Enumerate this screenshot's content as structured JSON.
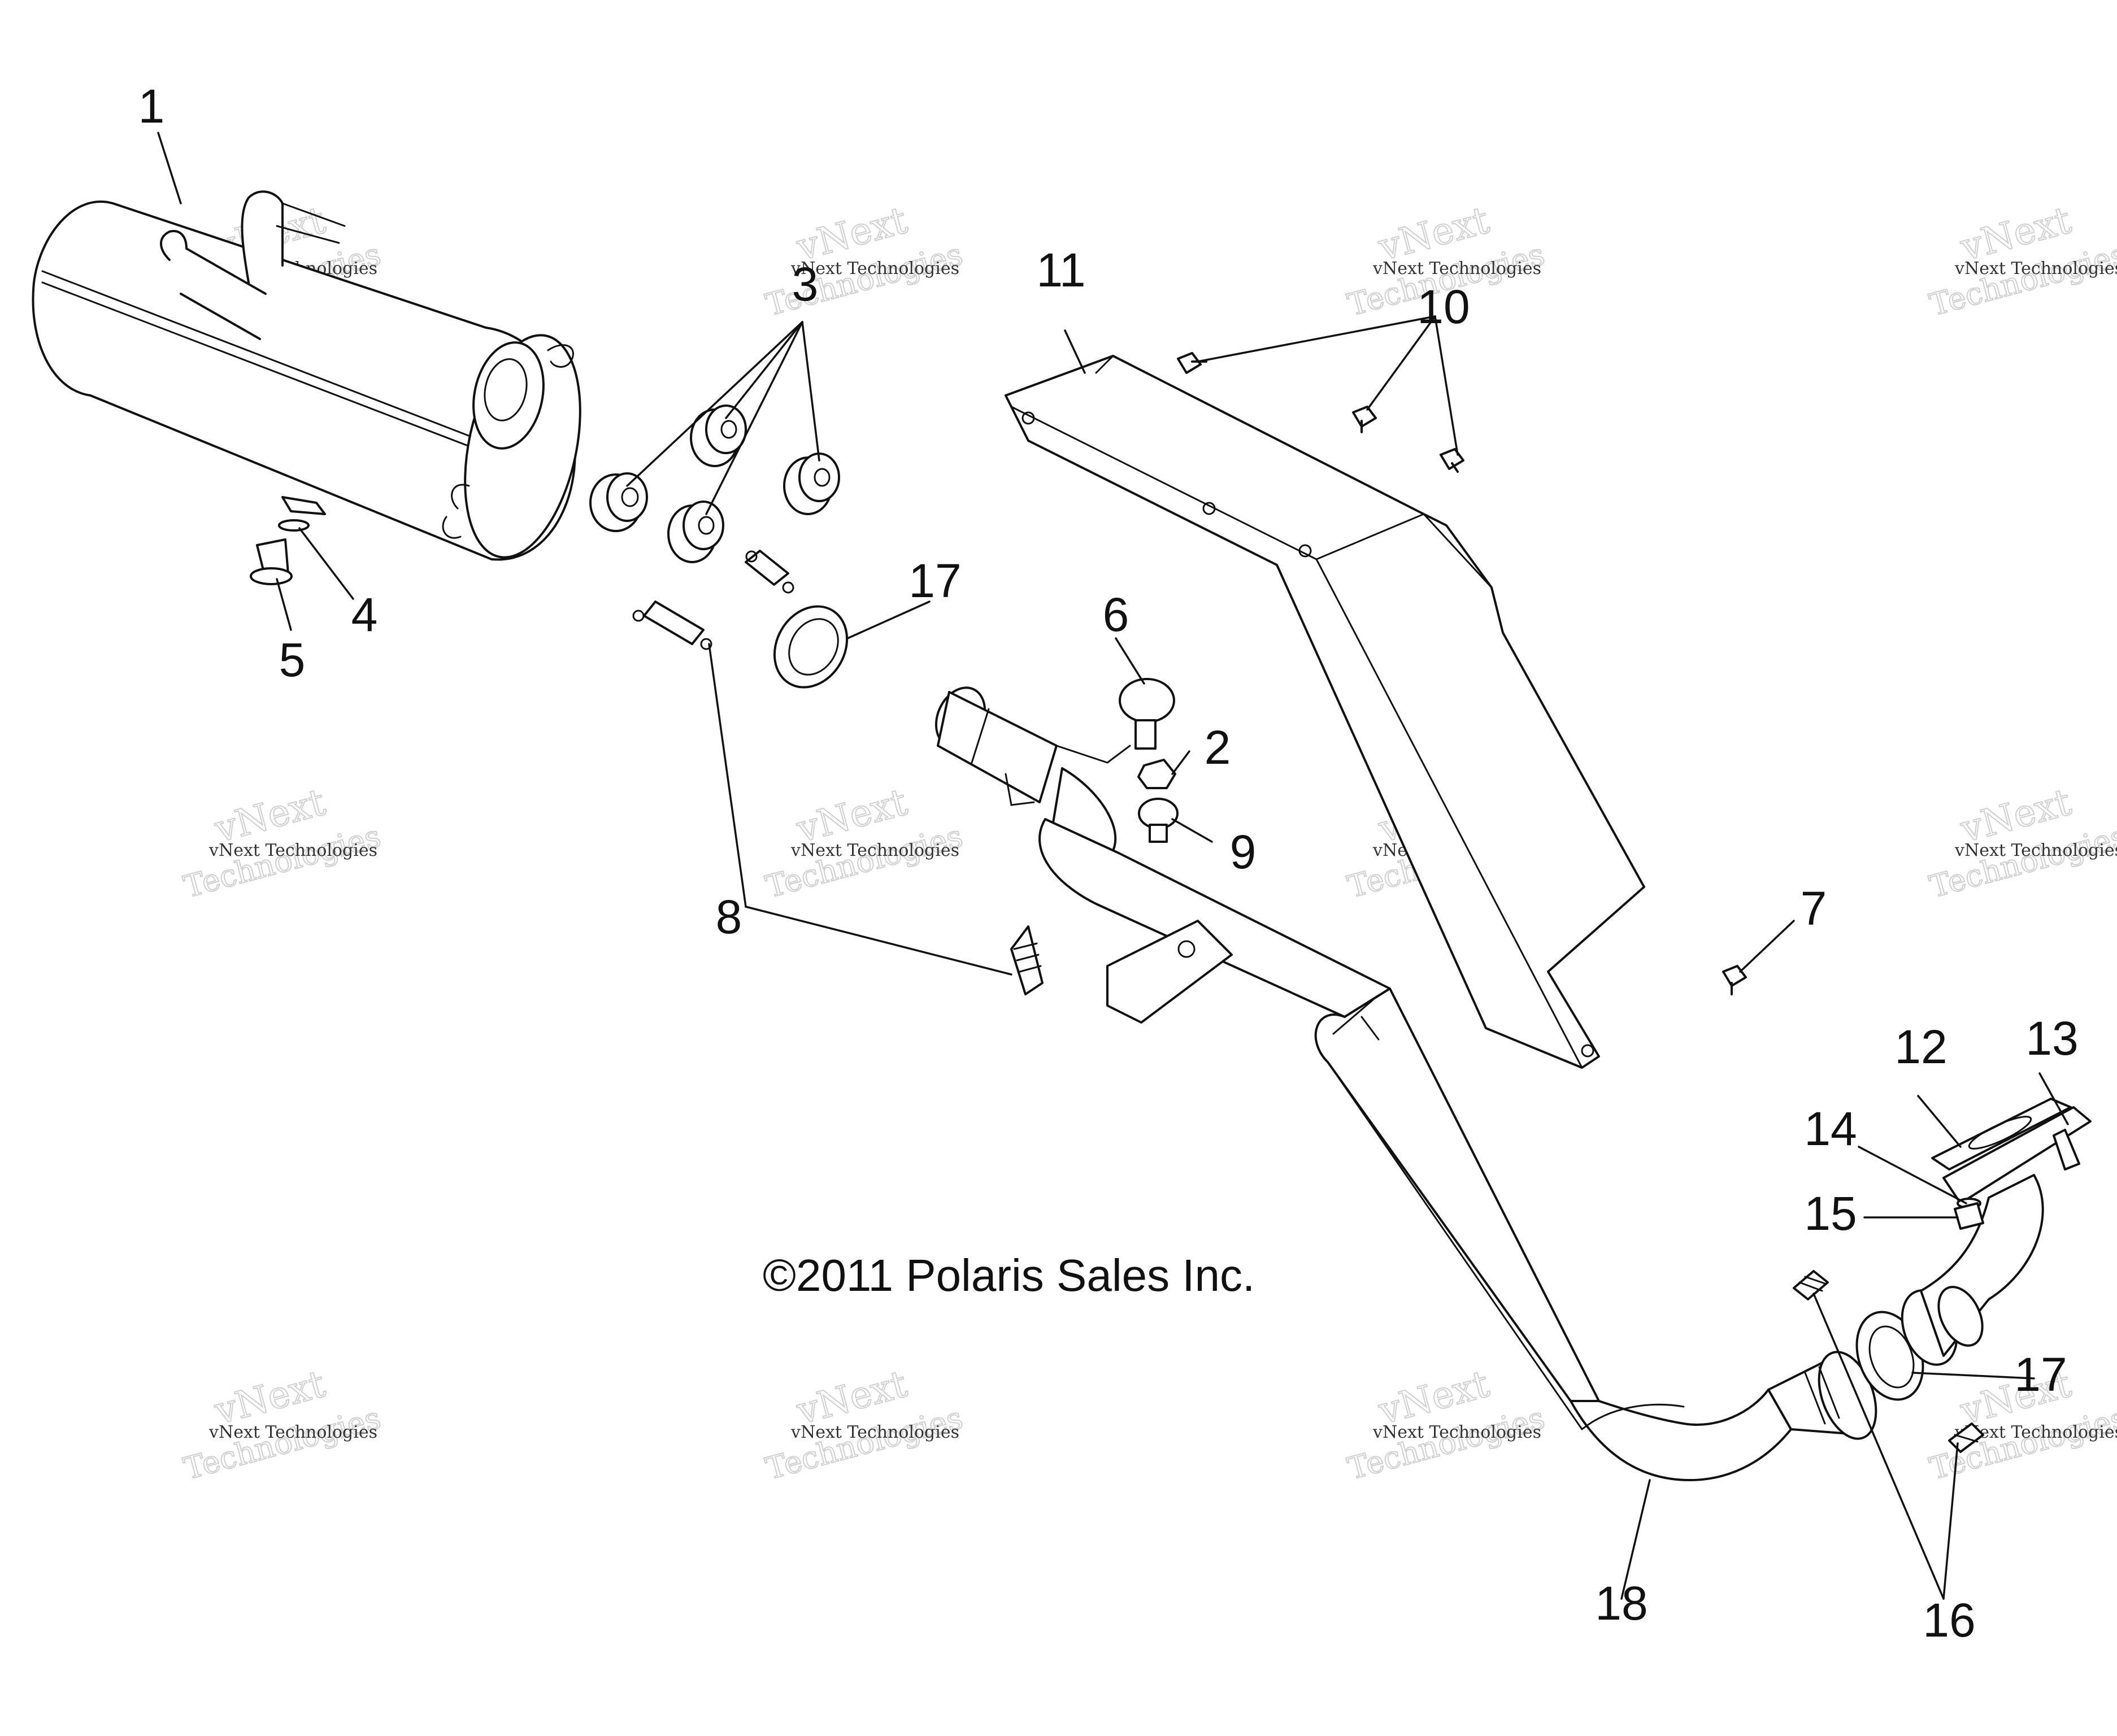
{
  "copyright": "©2011 Polaris Sales Inc.",
  "watermark": {
    "text_small": "vNext Technologies",
    "text_large_top": "vNext",
    "text_large_bottom": "Technologies"
  },
  "callouts": {
    "c1": "1",
    "c2": "2",
    "c3": "3",
    "c4": "4",
    "c5": "5",
    "c6": "6",
    "c7": "7",
    "c8": "8",
    "c9": "9",
    "c10": "10",
    "c11": "11",
    "c12": "12",
    "c13": "13",
    "c14": "14",
    "c15": "15",
    "c16": "16",
    "c17a": "17",
    "c17b": "17",
    "c18": "18"
  },
  "colors": {
    "line": "#111111",
    "background": "#ffffff",
    "watermark": "#cfcfcf"
  }
}
